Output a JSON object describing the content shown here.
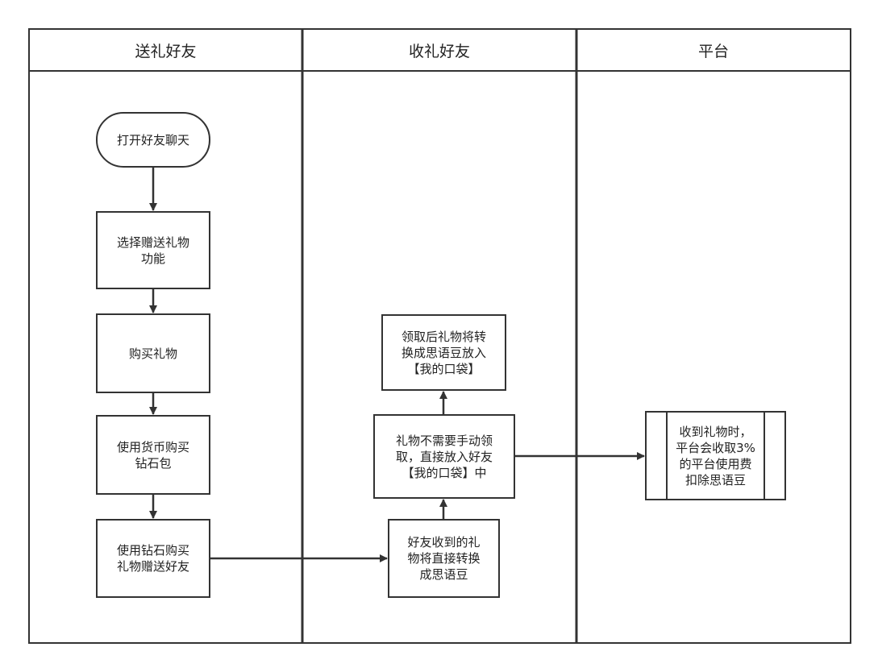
{
  "lanes": [
    {
      "title": "送礼好友"
    },
    {
      "title": "收礼好友"
    },
    {
      "title": "平台"
    }
  ],
  "nodes": {
    "open_chat": "打开好友聊天",
    "select_gift": "选择赠送礼物\n功能",
    "buy_gift": "购买礼物",
    "buy_diamonds": "使用货币购买\n钻石包",
    "send_gift": "使用钻石购买\n礼物赠送好友",
    "convert_beans": "好友收到的礼\n物将直接转换\n成思语豆",
    "auto_pocket": "礼物不需要手动领\n取，直接放入好友\n【我的口袋】中",
    "after_claim": "领取后礼物将转\n换成思语豆放入\n【我的口袋】",
    "platform_fee": "收到礼物时，\n平台会收取3%\n的平台使用费\n扣除思语豆"
  }
}
